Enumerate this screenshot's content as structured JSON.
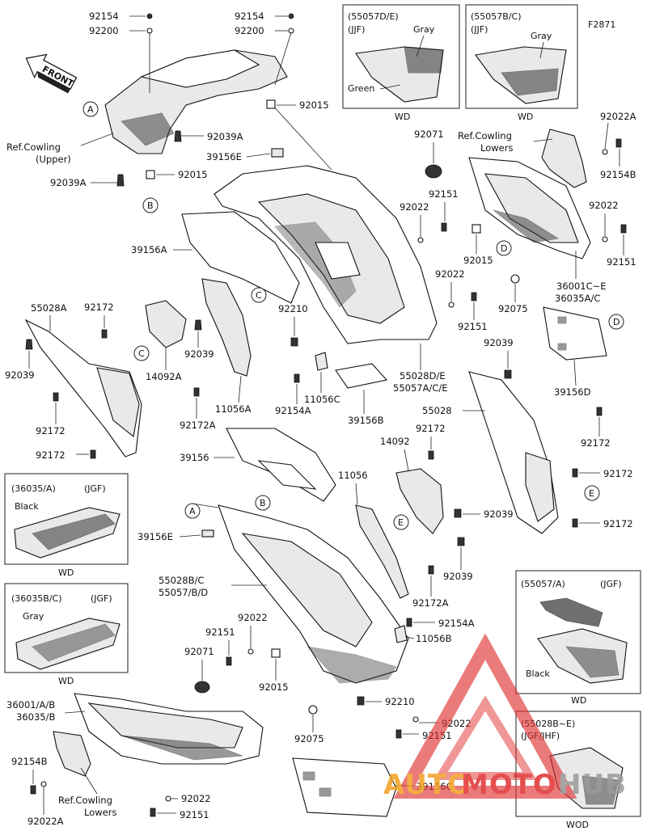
{
  "figure_code": "F2871",
  "front_arrow": "FRONT",
  "watermark": {
    "part1": "AUTO",
    "part2": "MOTO",
    "part3": "HUB",
    "color_orange": "#f0a020",
    "color_red": "#e03030",
    "color_grey": "#9a9a9a"
  },
  "variant_boxes": {
    "b55057de": {
      "code": "(55057D/E)",
      "region": "(JJF)",
      "c1": "Gray",
      "c2": "Green",
      "market": "WD"
    },
    "b55057bc": {
      "code": "(55057B/C)",
      "region": "(JJF)",
      "c1": "Gray",
      "market": "WD"
    },
    "b36035a": {
      "code": "(36035/A)",
      "region": "(JGF)",
      "c1": "Black",
      "market": "WD"
    },
    "b36035bc": {
      "code": "(36035B/C)",
      "region": "(JGF)",
      "c1": "Gray",
      "market": "WD"
    },
    "b55057a": {
      "code": "(55057/A)",
      "region": "(JGF)",
      "c1": "Black",
      "market": "WD"
    },
    "b55028be": {
      "code": "(55028B~E)",
      "region": "(JGF/JHF)",
      "market": "WOD"
    }
  },
  "labels": {
    "l1": "92154",
    "l2": "92200",
    "l3": "92154",
    "l4": "92200",
    "l5": "92015",
    "l6": "92039A",
    "l7": "Ref.Cowling",
    "l8": "(Upper)",
    "l9": "92039A",
    "l10": "92015",
    "l11": "39156E",
    "l12": "92071",
    "l13": "Ref.Cowling",
    "l14": "Lowers",
    "l15": "92022A",
    "l16": "92154B",
    "l17": "92151",
    "l18": "92022",
    "l19": "92022",
    "l20": "92015",
    "l21": "92151",
    "l22": "39156A",
    "l23": "92022",
    "l24": "36001C~E",
    "l25": "36035A/C",
    "l26": "92075",
    "l27": "92151",
    "l28": "55028A",
    "l29": "92172",
    "l30": "92210",
    "l31": "92039",
    "l32": "92039",
    "l33": "14092A",
    "l34": "11056C",
    "l35": "92154A",
    "l36": "55028D/E",
    "l37": "55057A/C/E",
    "l38": "39156B",
    "l39": "11056A",
    "l40": "92172",
    "l41": "92172A",
    "l42": "92039",
    "l43": "39156D",
    "l44": "92172",
    "l45": "55028",
    "l46": "92172",
    "l47": "39156",
    "l48": "14092",
    "l49": "11056",
    "l50": "92172",
    "l51": "92039",
    "l52": "39156E",
    "l53": "92172",
    "l54": "92039",
    "l55": "55028B/C",
    "l56": "55057/B/D",
    "l57": "92172A",
    "l58": "92022",
    "l59": "92151",
    "l60": "92154A",
    "l61": "11056B",
    "l62": "92071",
    "l63": "92015",
    "l64": "92210",
    "l65": "36001/A/B",
    "l66": "36035/B",
    "l67": "92022",
    "l68": "92075",
    "l69": "92151",
    "l70": "39156C",
    "l71": "92154B",
    "l72": "92022A",
    "l73": "Ref.Cowling",
    "l74": "Lowers",
    "l75": "92022",
    "l76": "92151"
  },
  "callouts": {
    "a1": "A",
    "b1": "B",
    "c1": "C",
    "c2": "C",
    "d1": "D",
    "d2": "D",
    "e1": "E",
    "e2": "E",
    "a2": "A",
    "b2": "B"
  }
}
